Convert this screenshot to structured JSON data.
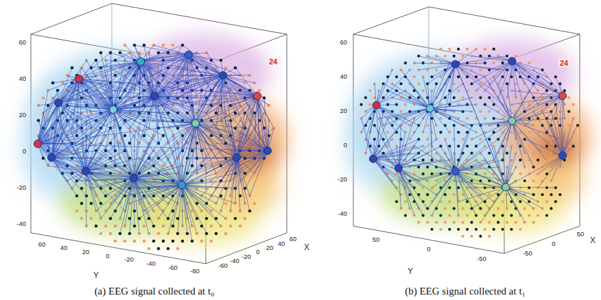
{
  "diagram": {
    "labels": [
      "60",
      "40",
      "20",
      "0",
      "-20",
      "-40",
      "60",
      "40",
      "20",
      "0",
      "-20",
      "-40",
      "-60",
      "-80",
      "Y",
      "60",
      "40",
      "20",
      "0",
      "-20",
      "-40",
      "-60",
      "X",
      "24",
      "(a) EEG signal collected at t₀",
      "60",
      "40",
      "20",
      "0",
      "-20",
      "-40",
      "50",
      "0",
      "-50",
      "Y",
      "50",
      "0",
      "-50",
      "X",
      "24",
      "(b) EEG signal collected at t₁"
    ]
  }
}
